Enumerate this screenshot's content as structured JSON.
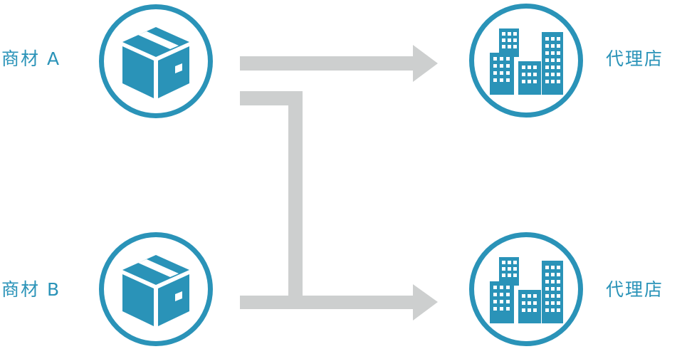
{
  "colors": {
    "accent": "#2a93b8",
    "arrow": "#cdcfcf",
    "window": "#ffffff"
  },
  "sources": [
    {
      "label": "商材 A",
      "icon": "box-icon"
    },
    {
      "label": "商材 B",
      "icon": "box-icon"
    }
  ],
  "targets": [
    {
      "label": "代理店",
      "icon": "buildings-icon"
    },
    {
      "label": "代理店",
      "icon": "buildings-icon"
    }
  ]
}
